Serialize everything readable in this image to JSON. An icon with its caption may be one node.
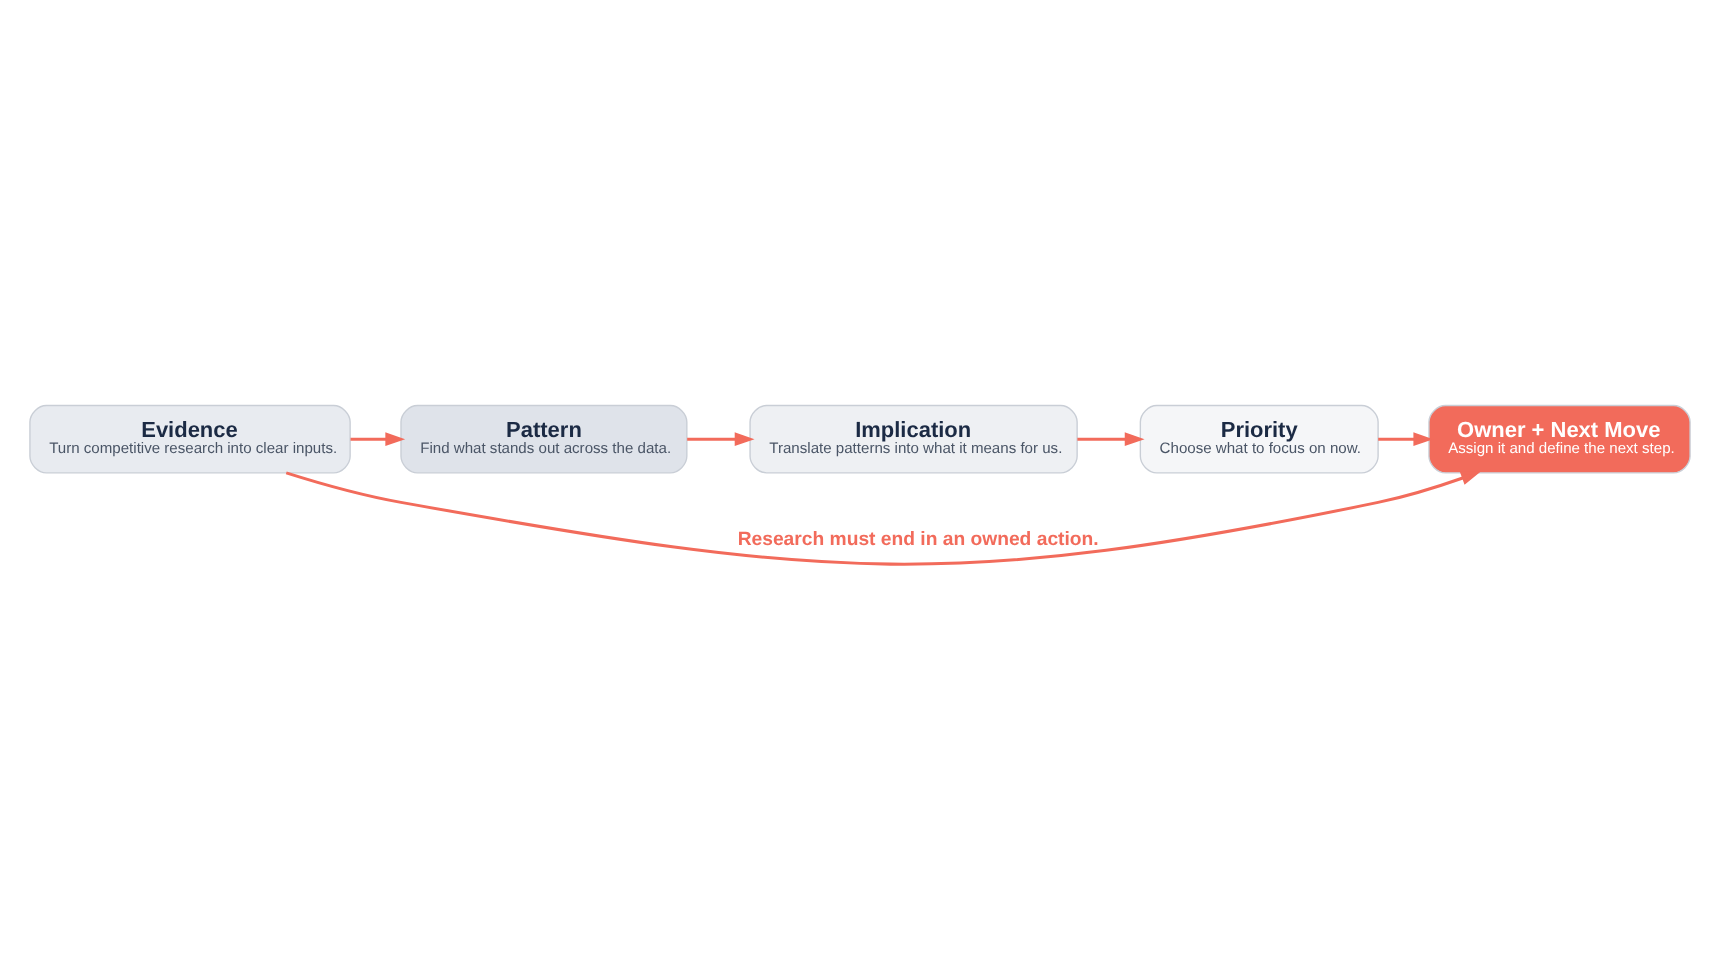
{
  "diagram": {
    "nodes": [
      {
        "text": [
          "Evidence",
          "Turn competitive research into clear inputs."
        ]
      },
      {
        "text": [
          "Pattern",
          "Find what stands out across the data."
        ]
      },
      {
        "text": [
          "Implication",
          "Translate patterns into what it means for us."
        ]
      },
      {
        "text": [
          "Priority",
          "Choose what to focus on now."
        ]
      },
      {
        "text": [
          "Owner + Next Move",
          "Assign it and define the next step."
        ]
      }
    ],
    "edges": [
      {
        "from": 0,
        "to": 1,
        "arrow": "to"
      },
      {
        "from": 1,
        "to": 2,
        "arrow": "to"
      },
      {
        "from": 2,
        "to": 3,
        "arrow": "to"
      },
      {
        "from": 3,
        "to": 4,
        "arrow": "to"
      },
      {
        "from": 0,
        "to": 4,
        "arrow": "to",
        "label": "Research must end in an owned action."
      }
    ]
  }
}
